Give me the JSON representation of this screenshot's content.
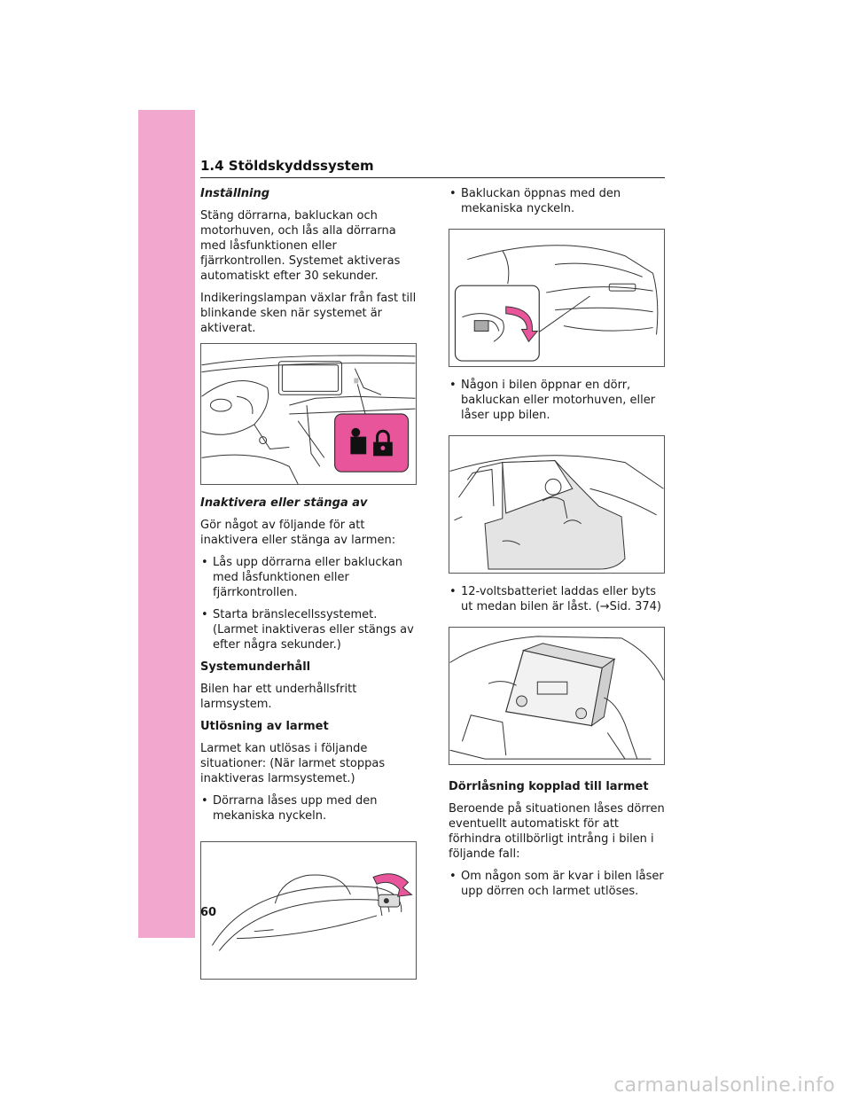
{
  "header": {
    "section_title": "1.4  Stöldskyddssystem"
  },
  "left": {
    "install_heading": "Inställning",
    "install_p1": "Stäng dörrarna, bakluckan och motorhuven, och lås alla dörrarna med låsfunktionen eller fjärrkontrollen. Systemet aktiveras automatiskt efter 30 sekunder.",
    "install_p2": "Indikeringslampan växlar från fast till blinkande sken när systemet är aktiverat.",
    "deactivate_heading": "Inaktivera eller stänga av",
    "deactivate_p": "Gör något av följande för att inaktivera eller stänga av larmen:",
    "deactivate_bullets": [
      "Lås upp dörrarna eller bakluckan med låsfunktionen eller fjärrkontrollen.",
      "Starta bränslecellssystemet. (Larmet inaktiveras eller stängs av efter några sekunder.)"
    ],
    "maintenance_heading": "Systemunderhåll",
    "maintenance_p": "Bilen har ett underhållsfritt larmsystem.",
    "trigger_heading": "Utlösning av larmet",
    "trigger_p": "Larmet kan utlösas i följande situationer: (När larmet stoppas inaktiveras larmsystemet.)",
    "trigger_bullets": [
      "Dörrarna låses upp med den mekaniska nyckeln."
    ]
  },
  "right": {
    "bullets_top": [
      "Bakluckan öppnas med den mekaniska nyckeln.",
      "Någon i bilen öppnar en dörr, bakluckan eller motorhuven, eller låser upp bilen.",
      "12-voltsbatteriet laddas eller byts ut medan bilen är låst. (→Sid. 374)"
    ],
    "doorlock_heading": "Dörrlåsning kopplad till larmet",
    "doorlock_p": "Beroende på situationen låses dörren eventuellt automatiskt för att förhindra otillbörligt intrång i bilen i följande fall:",
    "doorlock_bullets": [
      "Om någon som är kvar i bilen låser upp dörren och larmet utlöses."
    ]
  },
  "page_number": "60",
  "watermark": "carmanualsonline.info",
  "colors": {
    "accent_pink": "#f2a7cf",
    "highlight_pink": "#e8559a"
  }
}
